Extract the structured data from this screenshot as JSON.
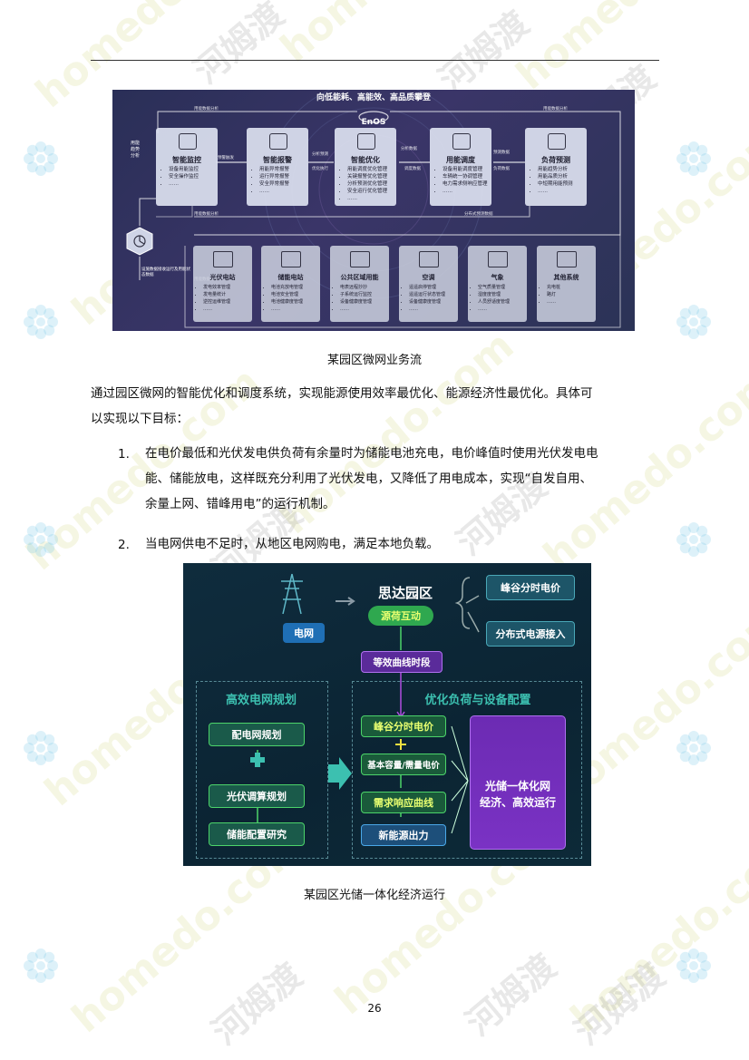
{
  "watermarks": {
    "site": "homedo.com",
    "brand": "河姆渡"
  },
  "figure1": {
    "top_banner": "向低能耗、高能效、高品质攀登",
    "platform_logo": "EnOS",
    "modules": [
      {
        "title": "智能监控",
        "items": [
          "设备用能监控",
          "安全操作监控",
          "……"
        ]
      },
      {
        "title": "智能报警",
        "items": [
          "用能异常报警",
          "运行异常报警",
          "安全异常报警",
          "……"
        ]
      },
      {
        "title": "智能优化",
        "items": [
          "用能调度优化管理",
          "关键报警优化管理",
          "分析预测优化管理",
          "安全运行优化管理",
          "……"
        ]
      },
      {
        "title": "用能调度",
        "items": [
          "设备用能调度管理",
          "车辆统一协调管理",
          "电力需求侧响应管理",
          "……"
        ]
      },
      {
        "title": "负荷预测",
        "items": [
          "用能趋势分析",
          "用能品质分析",
          "中短期用能预测",
          "……"
        ]
      }
    ],
    "flow_labels": [
      "用能数据分析",
      "用能数据分析",
      "预警触发",
      "分析预测",
      "优化执行",
      "分析数据",
      "调度数据",
      "预测数据",
      "负荷数据",
      "分布式预测数据",
      "用能数据分析",
      "用能数据分析"
    ],
    "left_label": "用能趋势分析",
    "bottom_left_label": "设施数据接收运行及用能状态数据",
    "subsystems": [
      {
        "title": "光伏电站",
        "items": [
          "发电效率管理",
          "发电量统计",
          "逆控运维管理",
          "……"
        ]
      },
      {
        "title": "储能电站",
        "items": [
          "电池充放电管理",
          "电池安全管理",
          "电池健康度管理",
          "……"
        ]
      },
      {
        "title": "公共区域用能",
        "items": [
          "电表远程抄抄",
          "子系统运行监控",
          "设备健康度管理",
          "……"
        ]
      },
      {
        "title": "空调",
        "items": [
          "遥遥启停管理",
          "遥遥运行状态管理",
          "设备健康度管理",
          "……"
        ]
      },
      {
        "title": "气象",
        "items": [
          "空气质量管理",
          "湿度度管理",
          "人员舒适度管理",
          "……"
        ]
      },
      {
        "title": "其他系统",
        "items": [
          "充电桩",
          "路灯",
          "……"
        ]
      }
    ]
  },
  "caption1": "某园区微网业务流",
  "intro_paragraph": "通过园区微网的智能优化和调度系统，实现能源使用效率最优化、能源经济性最优化。具体可以实现以下目标：",
  "intro_lines": [
    "通过园区微网的智能优化和调度系统，实现能源使用效率最优化、能源经济性最优化。具体可",
    "以实现以下目标："
  ],
  "list_items": [
    {
      "num": "1.",
      "lines": [
        "在电价最低和光伏发电供负荷有余量时为储能电池充电，电价峰值时使用光伏发电电",
        "能、储能放电，这样既充分利用了光伏发电，又降低了用电成本，实现“自发自用、",
        "余量上网、错峰用电”的运行机制。"
      ]
    },
    {
      "num": "2.",
      "lines": [
        "当电网供电不足时，从地区电网购电，满足本地负载。"
      ]
    }
  ],
  "figure2": {
    "grid_label": "电网",
    "park_title": "思达园区",
    "interaction": "源荷互动",
    "right_top": "峰谷分时电价",
    "right_bottom": "分布式电源接入",
    "curve_period": "等效曲线时段",
    "left_section_title": "高效电网规划",
    "left_items": [
      "配电网规划",
      "光伏调算规划",
      "储能配置研究"
    ],
    "right_section_title": "优化负荷与设备配置",
    "right_items": [
      "峰谷分时电价",
      "基本容量/需量电价",
      "需求响应曲线",
      "新能源出力"
    ],
    "result_lines": [
      "光储一体化网",
      "经济、高效运行"
    ],
    "accent_green": "#2fa84f",
    "accent_purple": "#8a2bd0",
    "accent_blue": "#1f6fb5"
  },
  "caption2": "某园区光储一体化经济运行",
  "page_number": "26"
}
